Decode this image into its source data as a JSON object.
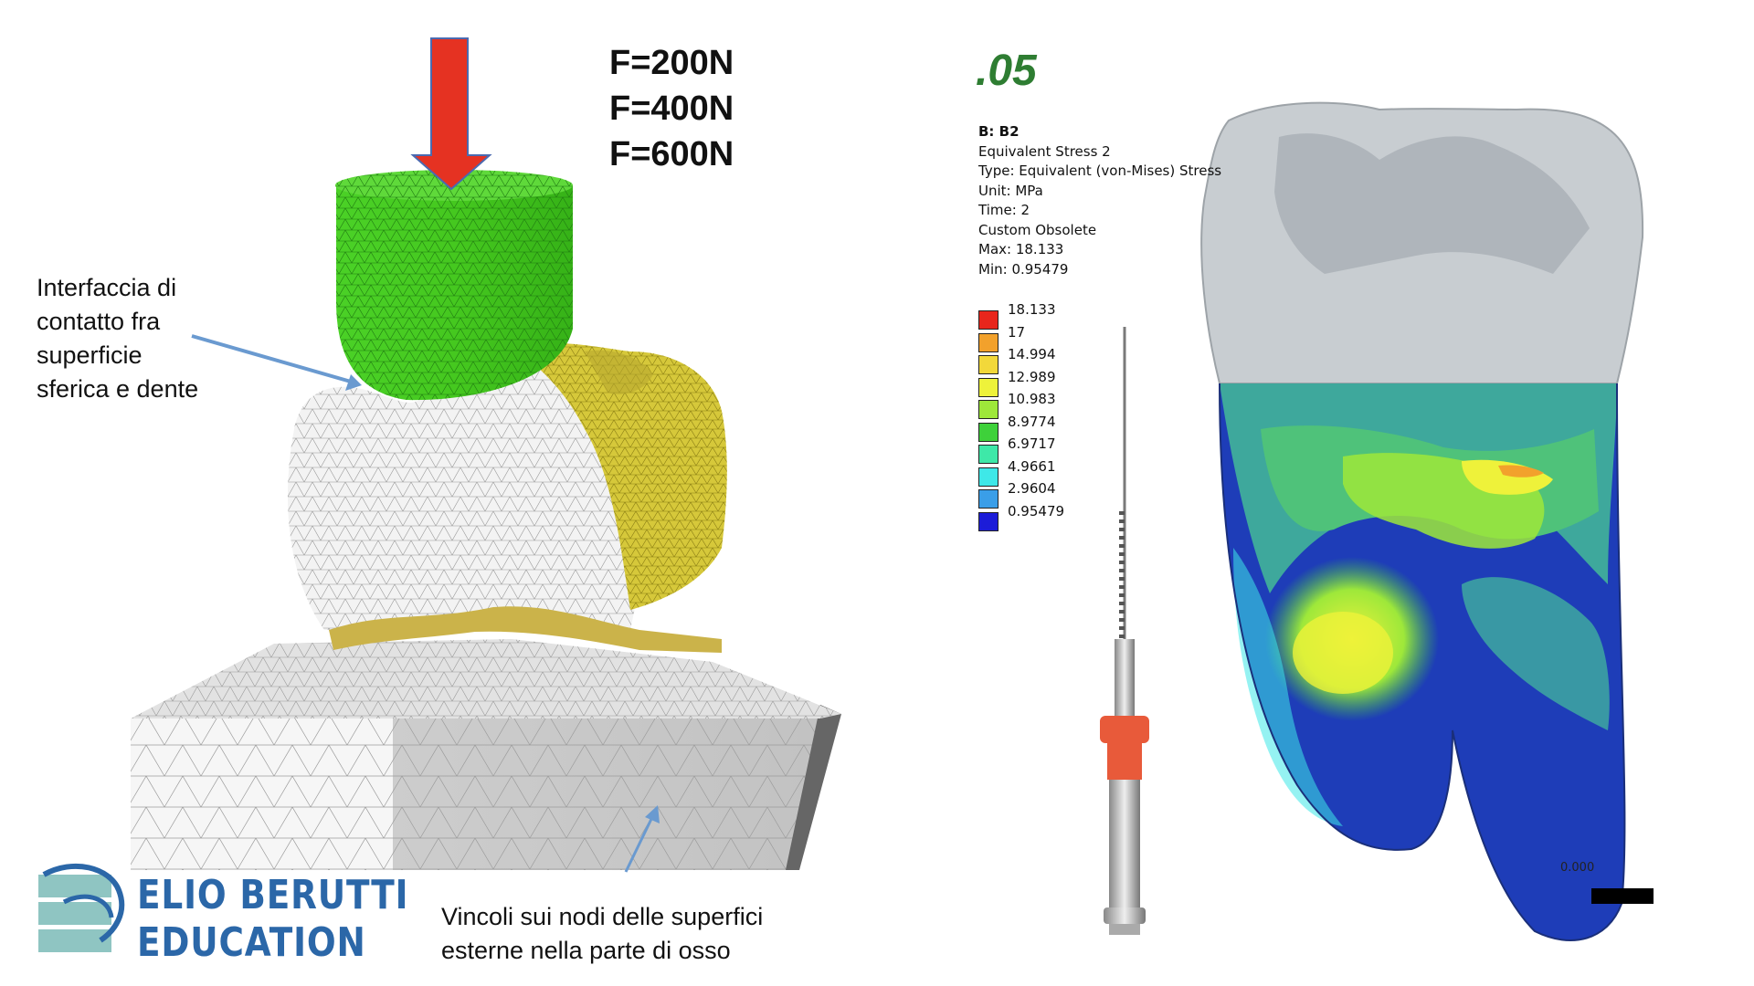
{
  "left_panel": {
    "forces": [
      "F=200N",
      "F=400N",
      "F=600N"
    ],
    "annotation_contact": [
      "Interfaccia di",
      "contatto fra",
      "superficie",
      "sferica e dente"
    ],
    "annotation_constraints": [
      "Vincoli sui nodi delle superfici",
      "esterne nella parte di osso"
    ],
    "colors": {
      "arrow": "#e53222",
      "indenter": "#3fcf1e",
      "restoration": "#d8c93a",
      "tooth": "#f2f2f2",
      "bone": "#e4e4e4",
      "pointer": "#6a9ad0"
    }
  },
  "logo": {
    "lines": [
      "ELIO BERUTTI",
      "EDUCATION"
    ],
    "colors": {
      "text": "#2b67a8",
      "mark": "#8fc5c2"
    }
  },
  "right_panel": {
    "taper": ".05",
    "result_title": "B: B2",
    "result_lines": [
      "Equivalent Stress 2",
      "Type: Equivalent (von-Mises) Stress",
      "Unit: MPa",
      "Time: 2",
      "Custom Obsolete",
      "Max: 18.133",
      "Min: 0.95479"
    ],
    "legend": [
      {
        "label": "18.133",
        "color": "#e8261c"
      },
      {
        "label": "17",
        "color": "#f2a12c"
      },
      {
        "label": "14.994",
        "color": "#f2d83a"
      },
      {
        "label": "12.989",
        "color": "#eef23a"
      },
      {
        "label": "10.983",
        "color": "#9ee83a"
      },
      {
        "label": "8.9774",
        "color": "#3ed13a"
      },
      {
        "label": "6.9717",
        "color": "#3ee8a8"
      },
      {
        "label": "4.9661",
        "color": "#3ee8e8"
      },
      {
        "label": "2.9604",
        "color": "#3a9ee8"
      },
      {
        "label": "0.95479",
        "color": "#1c1cd8"
      }
    ],
    "scale_label": "0.000"
  }
}
